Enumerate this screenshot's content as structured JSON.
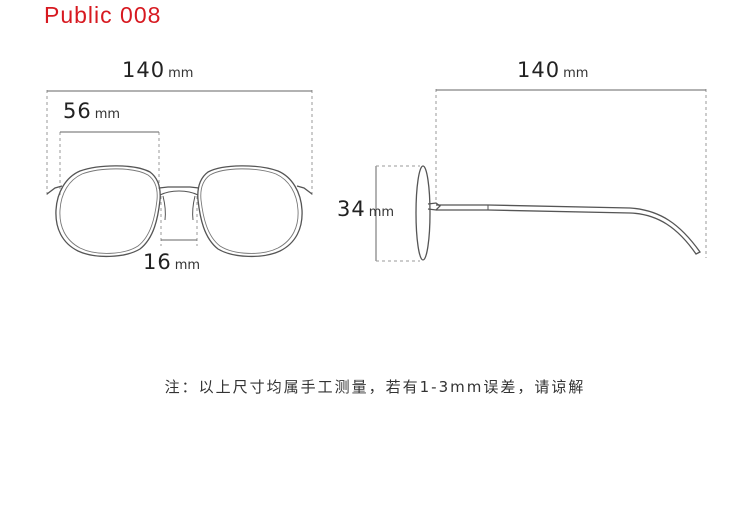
{
  "header": {
    "title": "Public 008"
  },
  "front_view": {
    "total_width": {
      "value": "140",
      "unit": "mm"
    },
    "lens_width": {
      "value": "56",
      "unit": "mm"
    },
    "bridge_width": {
      "value": "16",
      "unit": "mm"
    }
  },
  "side_view": {
    "temple_length": {
      "value": "140",
      "unit": "mm"
    },
    "lens_height": {
      "value": "34",
      "unit": "mm"
    }
  },
  "footer": {
    "note": "注：以上尺寸均属手工测量，若有1-3mm误差，请谅解"
  },
  "colors": {
    "title": "#d71920",
    "line": "#555555",
    "guide": "#888888"
  }
}
